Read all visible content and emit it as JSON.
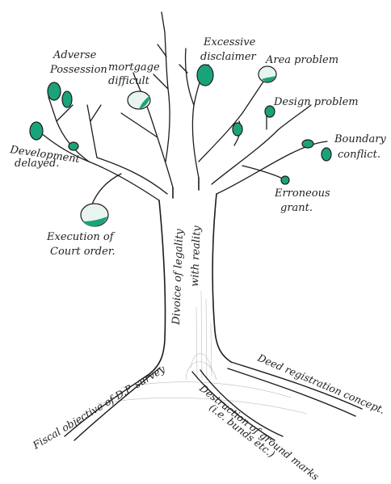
{
  "colors": {
    "ink": "#1c1c1c",
    "leaf_fill": "#1aa37a",
    "leaf_light": "#e8f5ef",
    "background": "#ffffff"
  },
  "diagram": {
    "trunk_label_1": "Divoice of legality",
    "trunk_label_2": "with reality",
    "branch_labels": {
      "adverse_1": "Adverse",
      "adverse_2": "Possession",
      "mortgage_1": "mortgage",
      "mortgage_2": "difficult",
      "excessive_1": "Excessive",
      "excessive_2": "disclaimer",
      "area": "Area problem",
      "design": "Design problem",
      "boundary_1": "Boundary",
      "boundary_2": "conflict.",
      "erroneous_1": "Erroneous",
      "erroneous_2": "grant.",
      "development_1": "Development",
      "development_2": "delayed.",
      "execution_1": "Execution of",
      "execution_2": "Court order."
    },
    "root_labels": {
      "fiscal": "Fiscal objective of D.P. survey",
      "deed": "Deed registration concept.",
      "destruction_1": "Destruction of ground marks",
      "destruction_2": "(i.e. bunds etc.)"
    }
  }
}
